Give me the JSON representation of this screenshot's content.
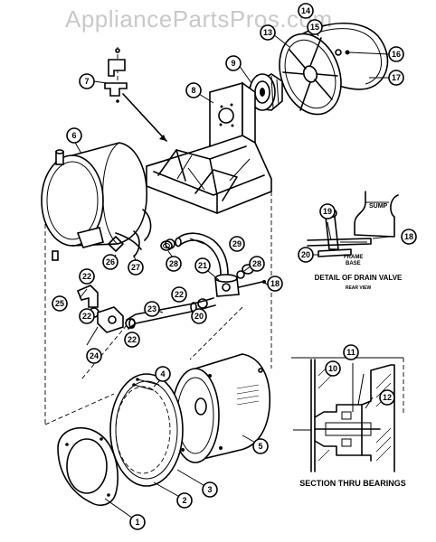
{
  "watermark": "AppliancePartsPros.com",
  "callouts": [
    "1",
    "2",
    "3",
    "4",
    "5",
    "6",
    "7",
    "8",
    "9",
    "10",
    "11",
    "12",
    "13",
    "14",
    "15",
    "16",
    "17",
    "18",
    "18",
    "19",
    "20",
    "20",
    "21",
    "22",
    "22",
    "22",
    "22",
    "23",
    "24",
    "25",
    "26",
    "27",
    "28",
    "28",
    "29"
  ],
  "labels": {
    "sump": "SUMP",
    "frame_line1": "FRAME",
    "frame_line2": "BASE",
    "detail_title": "DETAIL OF DRAIN VALVE",
    "detail_sub": "REAR VIEW",
    "section_title": "SECTION THRU BEARINGS"
  }
}
